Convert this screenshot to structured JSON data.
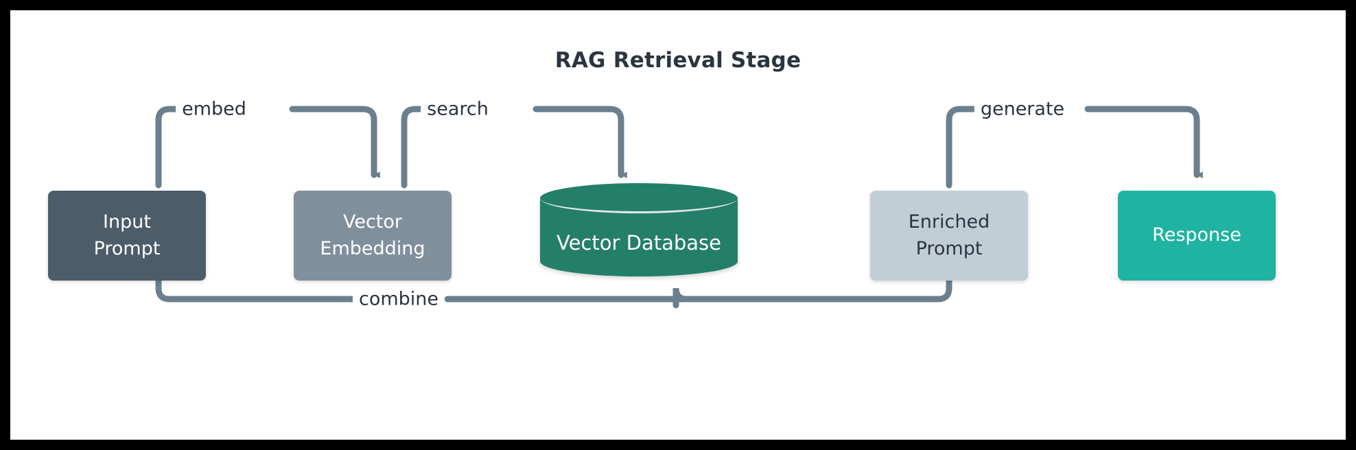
{
  "diagram": {
    "title": "RAG Retrieval Stage",
    "background": "#ffffff",
    "frame_color": "#000000",
    "edge_color": "#6b7f8e",
    "label_text_color": "#2b3440"
  },
  "nodes": [
    {
      "id": "input-prompt",
      "label_line1": "Input",
      "label_line2": "Prompt",
      "shape": "rounded-rect",
      "fill": "#4c5c68",
      "text_color": "#ffffff"
    },
    {
      "id": "vector-embedding",
      "label_line1": "Vector",
      "label_line2": "Embedding",
      "shape": "rounded-rect",
      "fill": "#808f9c",
      "text_color": "#ffffff"
    },
    {
      "id": "vector-database",
      "label_line1": "Vector Database",
      "label_line2": "",
      "shape": "cylinder",
      "fill": "#247f68",
      "text_color": "#ffffff"
    },
    {
      "id": "enriched-prompt",
      "label_line1": "Enriched",
      "label_line2": "Prompt",
      "shape": "rounded-rect",
      "fill": "#c2ced6",
      "text_color": "#2b3440"
    },
    {
      "id": "response",
      "label_line1": "Response",
      "label_line2": "",
      "shape": "rounded-rect",
      "fill": "#1fb3a2",
      "text_color": "#ffffff"
    }
  ],
  "edges": [
    {
      "id": "embed",
      "label": "embed",
      "from": "input-prompt",
      "to": "vector-embedding",
      "direction": "top-bracket"
    },
    {
      "id": "search",
      "label": "search",
      "from": "vector-embedding",
      "to": "vector-database",
      "direction": "top-bracket"
    },
    {
      "id": "generate",
      "label": "generate",
      "from": "enriched-prompt",
      "to": "response",
      "direction": "top-bracket"
    },
    {
      "id": "combine",
      "label": "combine",
      "from": "input-prompt",
      "to": "enriched-prompt",
      "direction": "bottom-bracket"
    },
    {
      "id": "combine-db",
      "label": "",
      "from": "vector-database",
      "to": "enriched-prompt",
      "direction": "bottom-bracket"
    }
  ]
}
